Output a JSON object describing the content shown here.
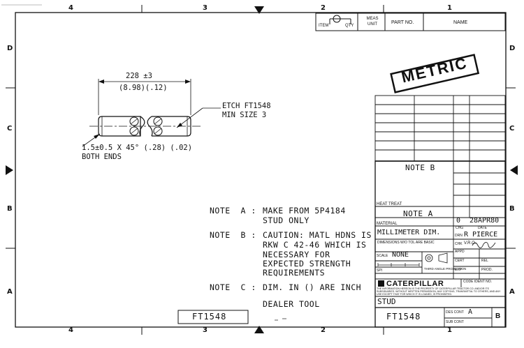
{
  "zones": {
    "top": [
      "4",
      "3",
      "2",
      "1"
    ],
    "bottom": [
      "4",
      "3",
      "2",
      "1"
    ],
    "left": [
      "D",
      "C",
      "B",
      "A"
    ],
    "right": [
      "D",
      "C",
      "B",
      "A"
    ]
  },
  "header": {
    "item": "ITEM",
    "qty": "QTY",
    "meas_unit": "MEAS UNIT",
    "part_no": "PART NO.",
    "name": "NAME"
  },
  "stamp": "METRIC",
  "drawing": {
    "dim_top": "228 ±3",
    "dim_top_inch": "(8.98)(.12)",
    "etch_line1": "ETCH FT1548",
    "etch_line2": "MIN SIZE 3",
    "chamfer_line1": "1.5±0.5 X 45° (.28) (.02)",
    "chamfer_line2": "BOTH ENDS"
  },
  "notes": {
    "a_label": "NOTE  A :",
    "a_lines": [
      "MAKE FROM 5P4184",
      "STUD ONLY"
    ],
    "b_label": "NOTE  B :",
    "b_lines": [
      "CAUTION: MATL HDNS IS",
      "RKW C 42-46 WHICH IS",
      "NECESSARY FOR",
      "EXPECTED STRENGTH",
      "REQUIREMENTS"
    ],
    "c_label": "NOTE  C :",
    "c_line": "DIM. IN () ARE INCH",
    "dealer": "DEALER TOOL"
  },
  "title_block": {
    "note_b": "NOTE B",
    "heat_treat": "HEAT TREAT",
    "note_a": "NOTE A",
    "material": "MATERIAL",
    "rev": "0",
    "date": "28APR80",
    "chg": "CHG",
    "date_label": "DATE",
    "units": "MILLIMETER DIM.",
    "dims_note": "DIMENSIONS W/O TOL ARE BASIC",
    "drn": "DRN",
    "drawn_by": "R PIERCE",
    "chk": "CHK",
    "chk_by": "V.R.O.",
    "appd": "APPD",
    "cert": "CERT",
    "exp": "EXP",
    "prod": "PROD.",
    "rel": "REL",
    "scale_label": "SCALE",
    "scale": "NONE",
    "spi": "SPI",
    "third_angle": "THIRD ANGLE PROJECTION",
    "company": "CATERPILLAR",
    "code_ident": "CODE IDENT NO.",
    "legal": "THE INFORMATION HEREON IS THE PROPERTY OF CATERPILLAR TRACTOR CO. AND/OR ITS SUBSIDIARIES. WITHOUT WRITTEN PERMISSION, ANY COPYING, TRANSMITTAL TO OTHERS, AND ANY USE EXCEPT THAT FOR WHICH IT IS LOANED, IS PROHIBITED.",
    "title": "STUD",
    "part_no": "FT1548",
    "des_cont_label": "DES CONT",
    "des_cont": "A",
    "sub_cont_label": "SUB CONT",
    "size": "B"
  },
  "bottom_part_no": "FT1548"
}
